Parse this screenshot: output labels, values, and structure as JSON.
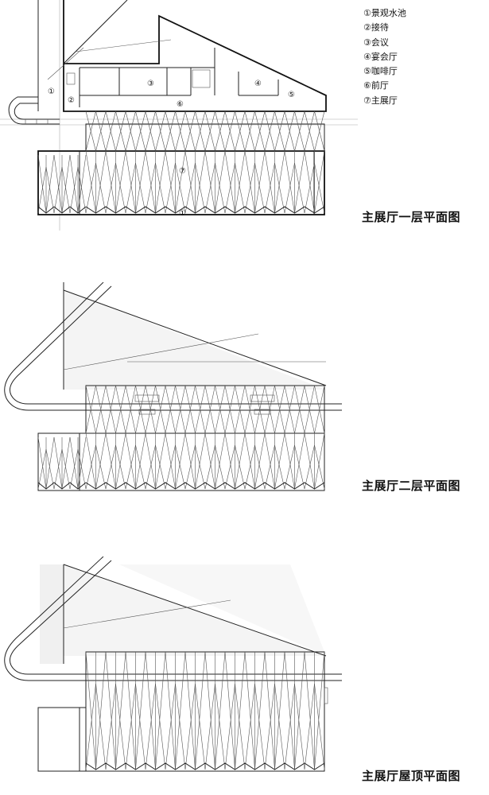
{
  "legend": {
    "items": [
      "①景观水池",
      "②接待",
      "③会议",
      "④宴会厅",
      "⑤咖啡厅",
      "⑥前厅",
      "⑦主展厅"
    ]
  },
  "plans": [
    {
      "title": "主展厅一层平面图"
    },
    {
      "title": "主展厅二层平面图"
    },
    {
      "title": "主展厅屋顶平面图"
    }
  ],
  "room_labels": {
    "pool_top": "①",
    "pool_bottom": "①",
    "reception": "②",
    "meeting": "③",
    "banquet": "④",
    "cafe": "⑤",
    "lobby": "⑥",
    "main_hall": "⑦"
  },
  "colors": {
    "line": "#222222",
    "paper": "#ffffff",
    "roof_shade": "#eeeeee"
  }
}
